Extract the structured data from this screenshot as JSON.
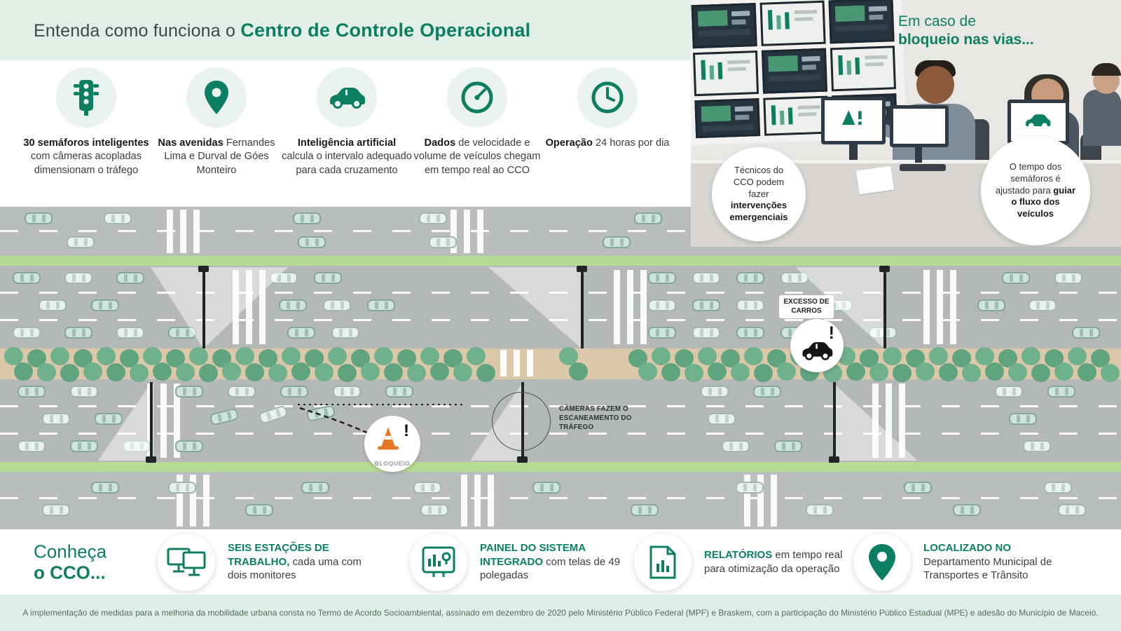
{
  "header": {
    "title_prefix": "Entenda como funciona o ",
    "title_highlight": "Centro de Controle Operacional"
  },
  "features": [
    {
      "icon": "traffic-light-icon",
      "bold": "30 semáforos inteligentes",
      "text": "com câmeras acopladas dimensionam o tráfego"
    },
    {
      "icon": "map-pin-icon",
      "bold": "Nas avenidas",
      "text": "Fernandes Lima e Durval de Góes Monteiro"
    },
    {
      "icon": "car-icon",
      "bold": "Inteligência artificial",
      "text": "calcula o intervalo adequado para cada cruzamento"
    },
    {
      "icon": "speedometer-icon",
      "bold": "Dados",
      "text": "de velocidade e volume de veículos chegam em tempo real ao CCO"
    },
    {
      "icon": "clock-icon",
      "bold": "Operação",
      "text": "24 horas por dia"
    }
  ],
  "control_room": {
    "heading_line1": "Em caso de",
    "heading_line2": "bloqueio nas vias...",
    "callout_left_prefix": "Técnicos do CCO podem fazer ",
    "callout_left_bold": "intervenções emergenciais",
    "callout_right_prefix": "O tempo dos semáforos é ajustado para ",
    "callout_right_bold": "guiar o fluxo dos veículos"
  },
  "road": {
    "excess_label": "EXCESSO DE CARROS",
    "cameras_label": "CÂMERAS FAZEM O ESCANEAMENTO DO TRÁFEGO",
    "blockade_label": "BLOQUEIO"
  },
  "bottom": {
    "heading_line1": "Conheça",
    "heading_line2": "o CCO...",
    "items": [
      {
        "icon": "dual-monitors-icon",
        "bold": "SEIS ESTAÇÕES DE TRABALHO,",
        "text": "cada uma com dois monitores"
      },
      {
        "icon": "integrated-panel-icon",
        "bold": "PAINEL DO SISTEMA INTEGRADO",
        "text": "com telas de 49 polegadas"
      },
      {
        "icon": "report-icon",
        "bold": "RELATÓRIOS",
        "text": "em tempo real para otimização da operação"
      },
      {
        "icon": "location-pin-icon",
        "bold": "LOCALIZADO NO",
        "text": "Departamento Municipal de Transportes e Trânsito"
      }
    ]
  },
  "footer": {
    "text": "A implementação de medidas para a melhoria da mobilidade urbana consta no Termo de Acordo Socioambiental, assinado em dezembro de 2020 pelo Ministério Público Federal (MPF) e Braskem, com a participação do Ministério Público Estadual (MPE) e adesão do Município de Maceió."
  },
  "colors": {
    "teal": "#0c7f63",
    "light_green_band": "#e1efe7",
    "road_gray": "#b9bdbd",
    "median_tan": "#dbc8a8",
    "grass_green": "#b5da93",
    "car_mint": "#cfe4da",
    "cone_orange": "#e87722"
  }
}
